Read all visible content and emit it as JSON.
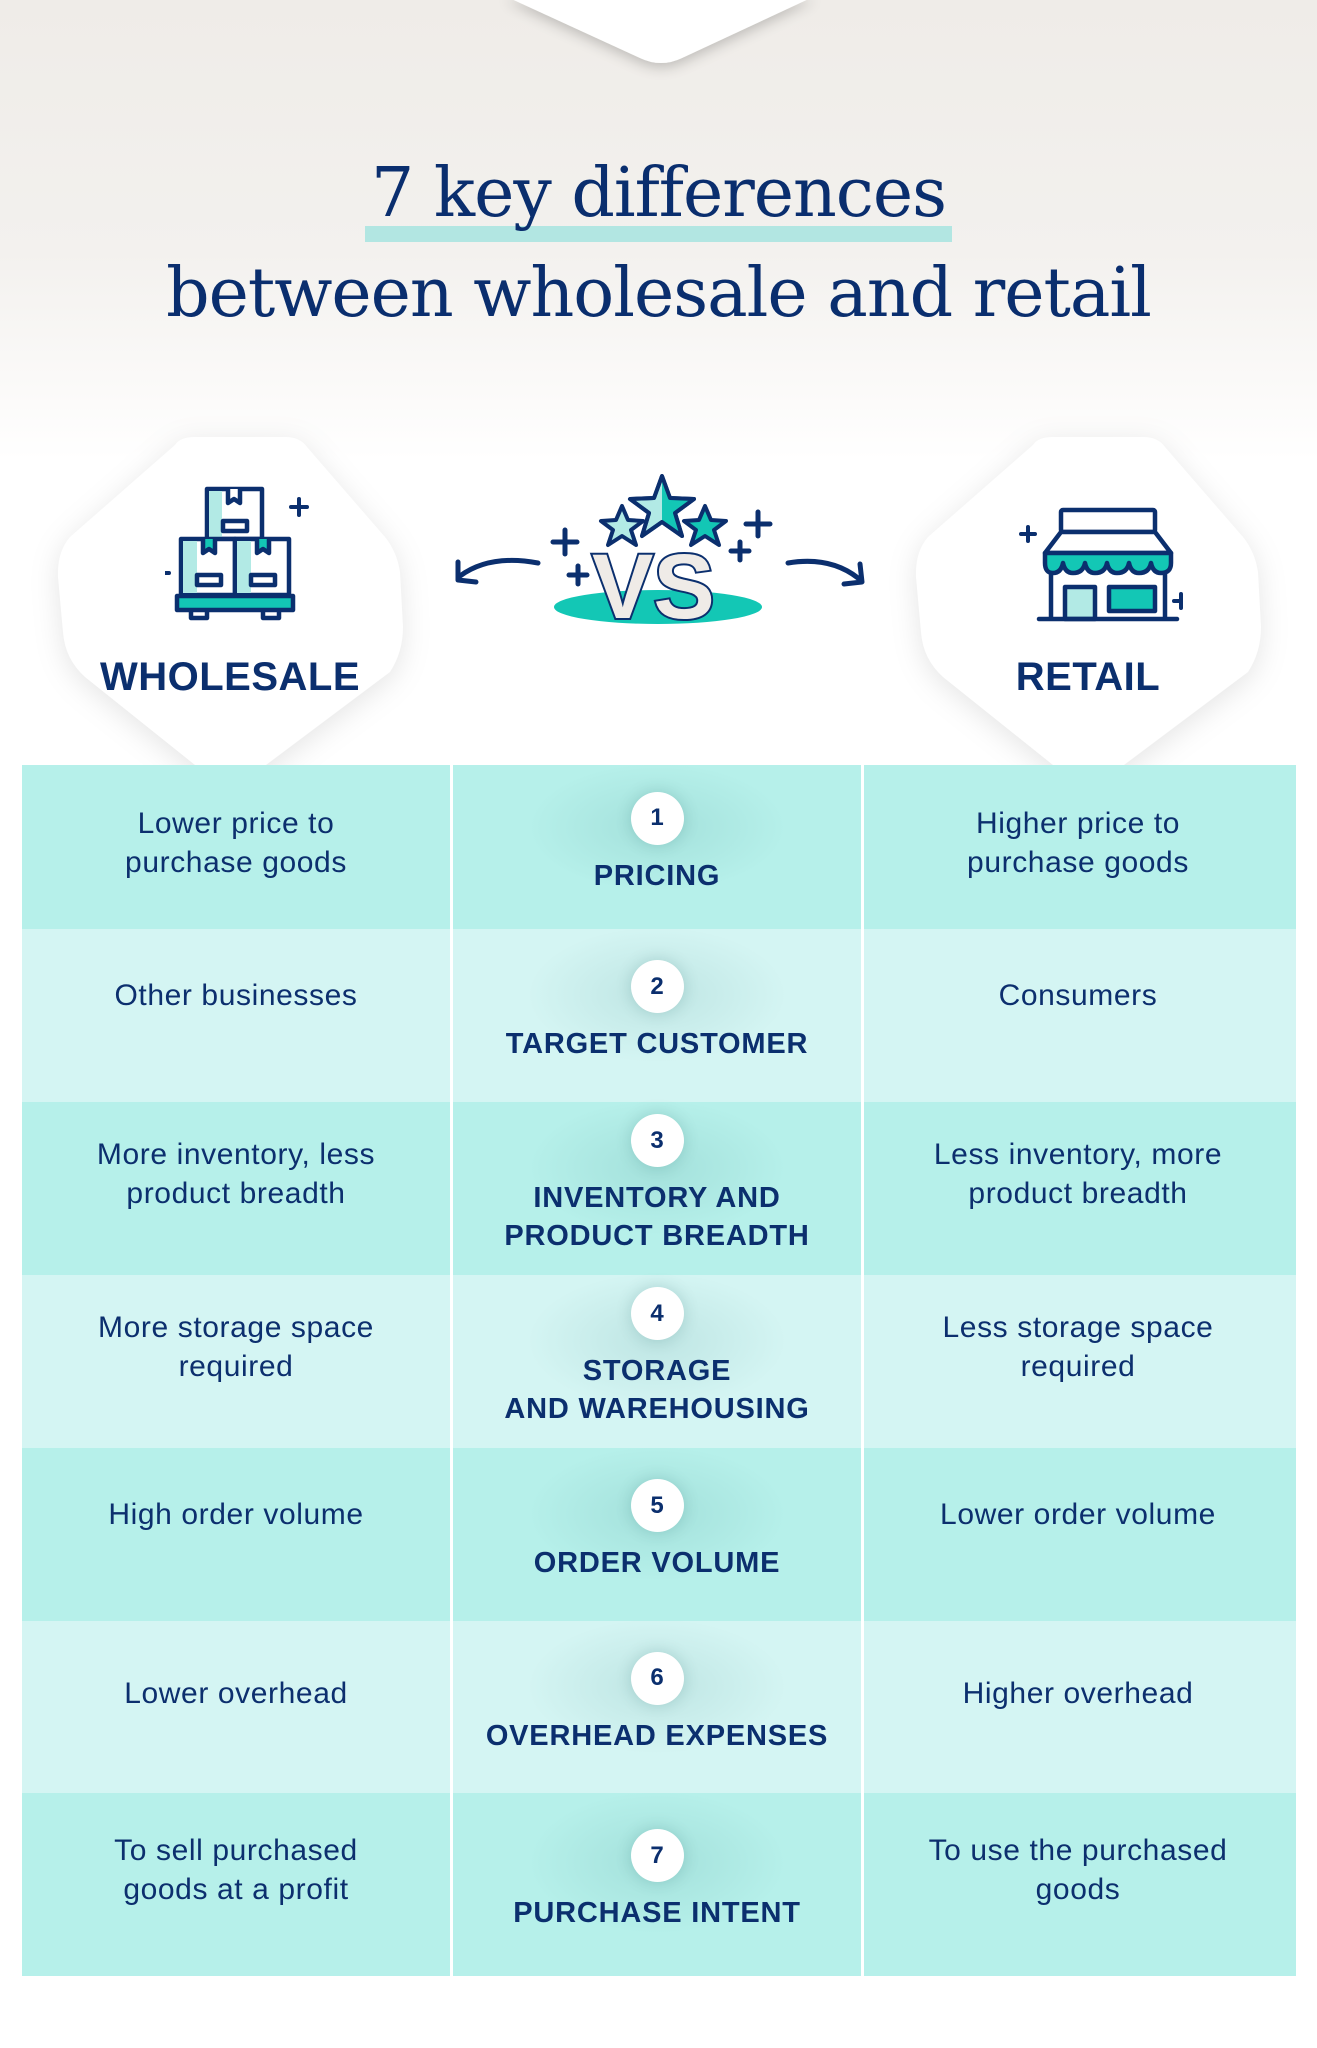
{
  "title": {
    "line1": "7 key differences",
    "line2": "between wholesale and retail"
  },
  "colors": {
    "navy": "#0B2F6E",
    "teal": "#13C7B5",
    "teal_light": "#B2EAE5",
    "row_dark": "#B6F0EA",
    "row_light": "#D4F5F3",
    "background_top": "#F2F0ED"
  },
  "header": {
    "left": {
      "label": "WHOLESALE",
      "icon": "boxes-on-pallet-icon"
    },
    "center": {
      "label": "VS",
      "icon": "vs-stars-icon"
    },
    "right": {
      "label": "RETAIL",
      "icon": "storefront-icon"
    }
  },
  "rows": [
    {
      "number": "1",
      "category": "PRICING",
      "wholesale": "Lower price to purchase goods",
      "retail": "Higher price to purchase goods"
    },
    {
      "number": "2",
      "category": "TARGET CUSTOMER",
      "wholesale": "Other businesses",
      "retail": "Consumers"
    },
    {
      "number": "3",
      "category": "INVENTORY AND\nPRODUCT BREADTH",
      "wholesale": "More inventory, less product breadth",
      "retail": "Less inventory, more product breadth"
    },
    {
      "number": "4",
      "category": "STORAGE\nAND WAREHOUSING",
      "wholesale": "More storage space required",
      "retail": "Less storage space required"
    },
    {
      "number": "5",
      "category": "ORDER VOLUME",
      "wholesale": "High order volume",
      "retail": "Lower order volume"
    },
    {
      "number": "6",
      "category": "OVERHEAD EXPENSES",
      "wholesale": "Lower overhead",
      "retail": "Higher overhead"
    },
    {
      "number": "7",
      "category": "PURCHASE INTENT",
      "wholesale": "To sell purchased goods at a profit",
      "retail": "To use the purchased goods"
    }
  ]
}
